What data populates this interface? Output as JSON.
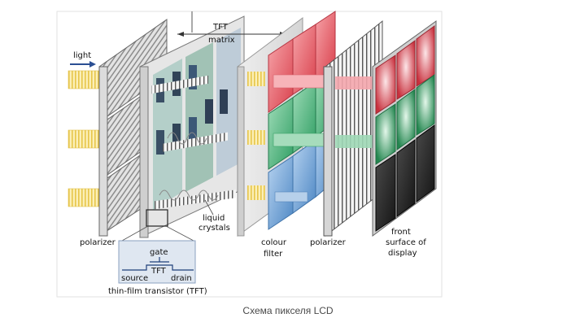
{
  "labels": {
    "light": "light",
    "tft_matrix_line1": "TFT",
    "tft_matrix_line2": "matrix",
    "polarizer_left": "polarizer",
    "liquid_crystals_line1": "liquid",
    "liquid_crystals_line2": "crystals",
    "colour_filter_line1": "colour",
    "colour_filter_line2": "filter",
    "polarizer_right": "polarizer",
    "front_line1": "front",
    "front_line2": "surface of",
    "front_line3": "display",
    "gate": "gate",
    "tft": "TFT",
    "source": "source",
    "drain": "drain",
    "tft_caption": "thin-film transistor (TFT)"
  },
  "caption": "Схема пикселя LCD",
  "colors": {
    "light_yellow": "#f3dc7a",
    "red_filter": "#e55a64",
    "green_filter": "#3fb277",
    "blue_filter": "#5b9bd5",
    "frame_grey": "#c9c9c9",
    "black_pixel": "#222222"
  }
}
